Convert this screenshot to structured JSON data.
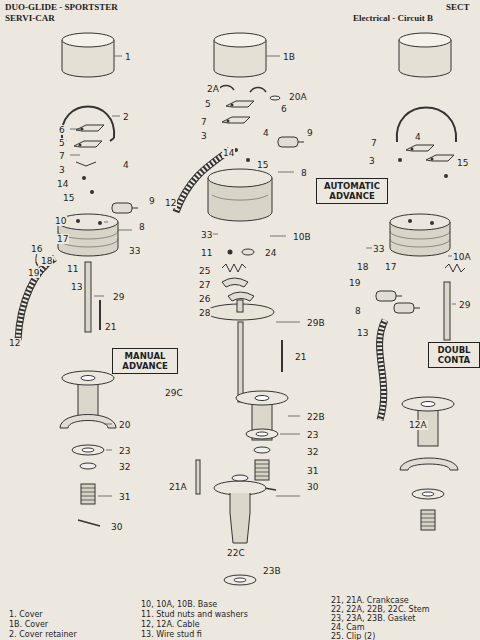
{
  "diagram": {
    "nodes": [
      {
        "text": [
          "MANUAL ADVANCE"
        ]
      },
      {
        "text": [
          "AUTOMATIC ADVANCE"
        ]
      },
      {
        "text": [
          "DOUBL CONTA"
        ]
      }
    ],
    "labels": [
      "DUO-GLIDE - SPORTSTER",
      "SERVI-CAR",
      "SECT",
      "Electrical - Circuit B",
      "1",
      "2",
      "6",
      "5",
      "7",
      "4",
      "3",
      "14",
      "15",
      "9",
      "10",
      "8",
      "17",
      "33",
      "16",
      "18",
      "19",
      "11",
      "13",
      "29",
      "12",
      "21",
      "20",
      "23",
      "32",
      "31",
      "30",
      "1B",
      "2A",
      "20A",
      "5",
      "6",
      "7",
      "3",
      "4",
      "9",
      "14",
      "15",
      "8",
      "12",
      "33",
      "10B",
      "11",
      "24",
      "25",
      "27",
      "26",
      "28",
      "29B",
      "21",
      "29C",
      "22B",
      "23",
      "32",
      "31",
      "21A",
      "30",
      "22C",
      "23B",
      "7",
      "4",
      "3",
      "15",
      "33",
      "10A",
      "18",
      "17",
      "19",
      "8",
      "13",
      "12A",
      "29",
      "1. Cover",
      "1B. Cover",
      "2. Cover retainer",
      "10, 10A, 10B. Base",
      "11. Stud nuts and washers",
      "12, 12A. Cable",
      "13. Wire stud fi",
      "21, 21A. Crankcase",
      "22, 22A, 22B, 22C. Stem",
      "23, 23A, 23B. Gasket",
      "24. Cam",
      "25. Clip (2)"
    ]
  }
}
